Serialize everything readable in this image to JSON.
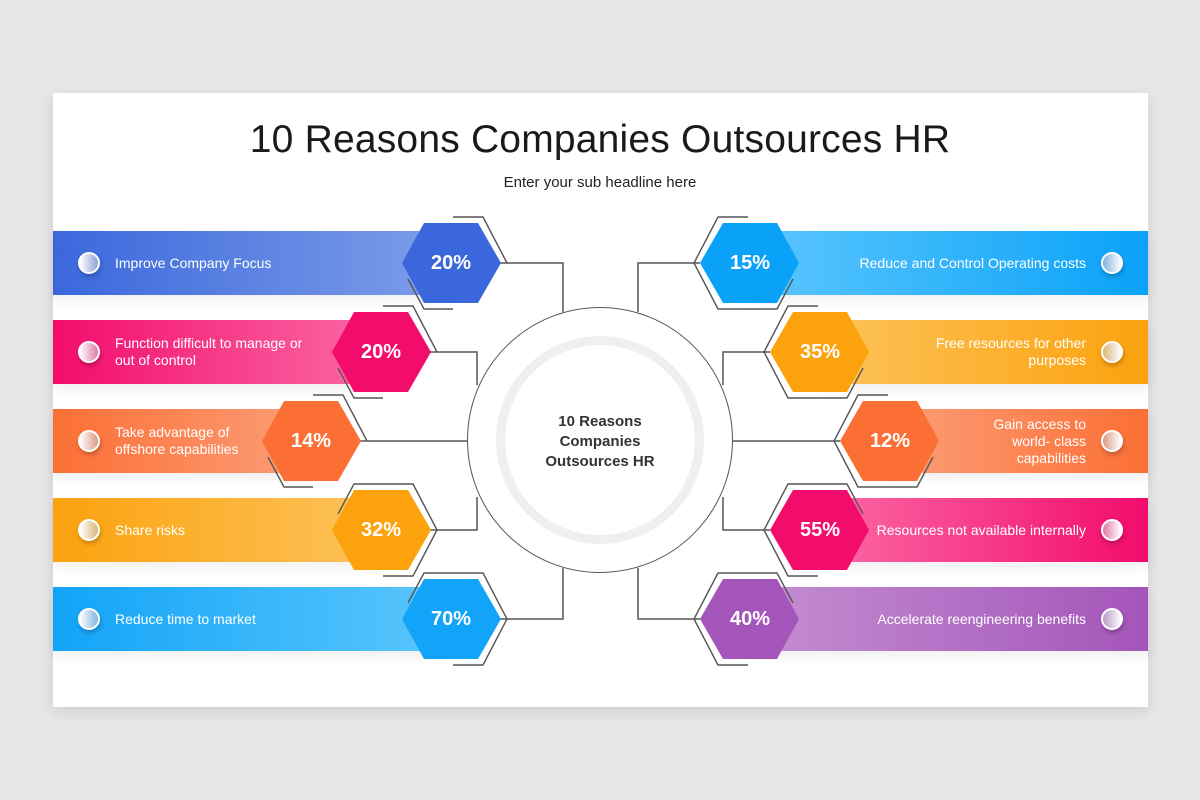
{
  "header": {
    "title": "10 Reasons Companies Outsources HR",
    "subtitle": "Enter your sub headline here"
  },
  "center": {
    "line1": "10 Reasons",
    "line2": "Companies",
    "line3": "Outsources HR"
  },
  "reasons_left": [
    {
      "label": "Improve Company Focus",
      "value": "20%",
      "color": "#3a68dc",
      "color_light": "#7f9ee9"
    },
    {
      "label": "Function difficult to manage or out of control",
      "value": "20%",
      "color": "#f20c6c",
      "color_light": "#fb6aa6"
    },
    {
      "label": "Take advantage of offshore capabilities",
      "value": "14%",
      "color": "#fb6f35",
      "color_light": "#fd9e78"
    },
    {
      "label": "Share risks",
      "value": "32%",
      "color": "#fba20d",
      "color_light": "#fdc35c"
    },
    {
      "label": "Reduce time to market",
      "value": "70%",
      "color": "#12a4f8",
      "color_light": "#5cc6fc"
    }
  ],
  "reasons_right": [
    {
      "label": "Reduce and Control Operating costs",
      "value": "15%",
      "color": "#0aa2f8",
      "color_light": "#5cc6fd"
    },
    {
      "label": "Free resources for other purposes",
      "value": "35%",
      "color": "#fba20d",
      "color_light": "#fdc35c"
    },
    {
      "label": "Gain access to world- class capabilities",
      "value": "12%",
      "color": "#fb6f35",
      "color_light": "#fd9e78"
    },
    {
      "label": "Resources not available internally",
      "value": "55%",
      "color": "#f20c6c",
      "color_light": "#fb6aa6"
    },
    {
      "label": "Accelerate reengineering benefits",
      "value": "40%",
      "color": "#a455b9",
      "color_light": "#c48fd2"
    }
  ],
  "chart_data": {
    "type": "table",
    "title": "10 Reasons Companies Outsources HR",
    "categories": [
      "Improve Company Focus",
      "Function difficult to manage or out of control",
      "Take advantage of offshore capabilities",
      "Share risks",
      "Reduce time to market",
      "Reduce and Control Operating costs",
      "Free resources for other purposes",
      "Gain access to world- class capabilities",
      "Resources not available internally",
      "Accelerate reengineering benefits"
    ],
    "values": [
      20,
      20,
      14,
      32,
      70,
      15,
      35,
      12,
      55,
      40
    ],
    "unit": "%"
  }
}
